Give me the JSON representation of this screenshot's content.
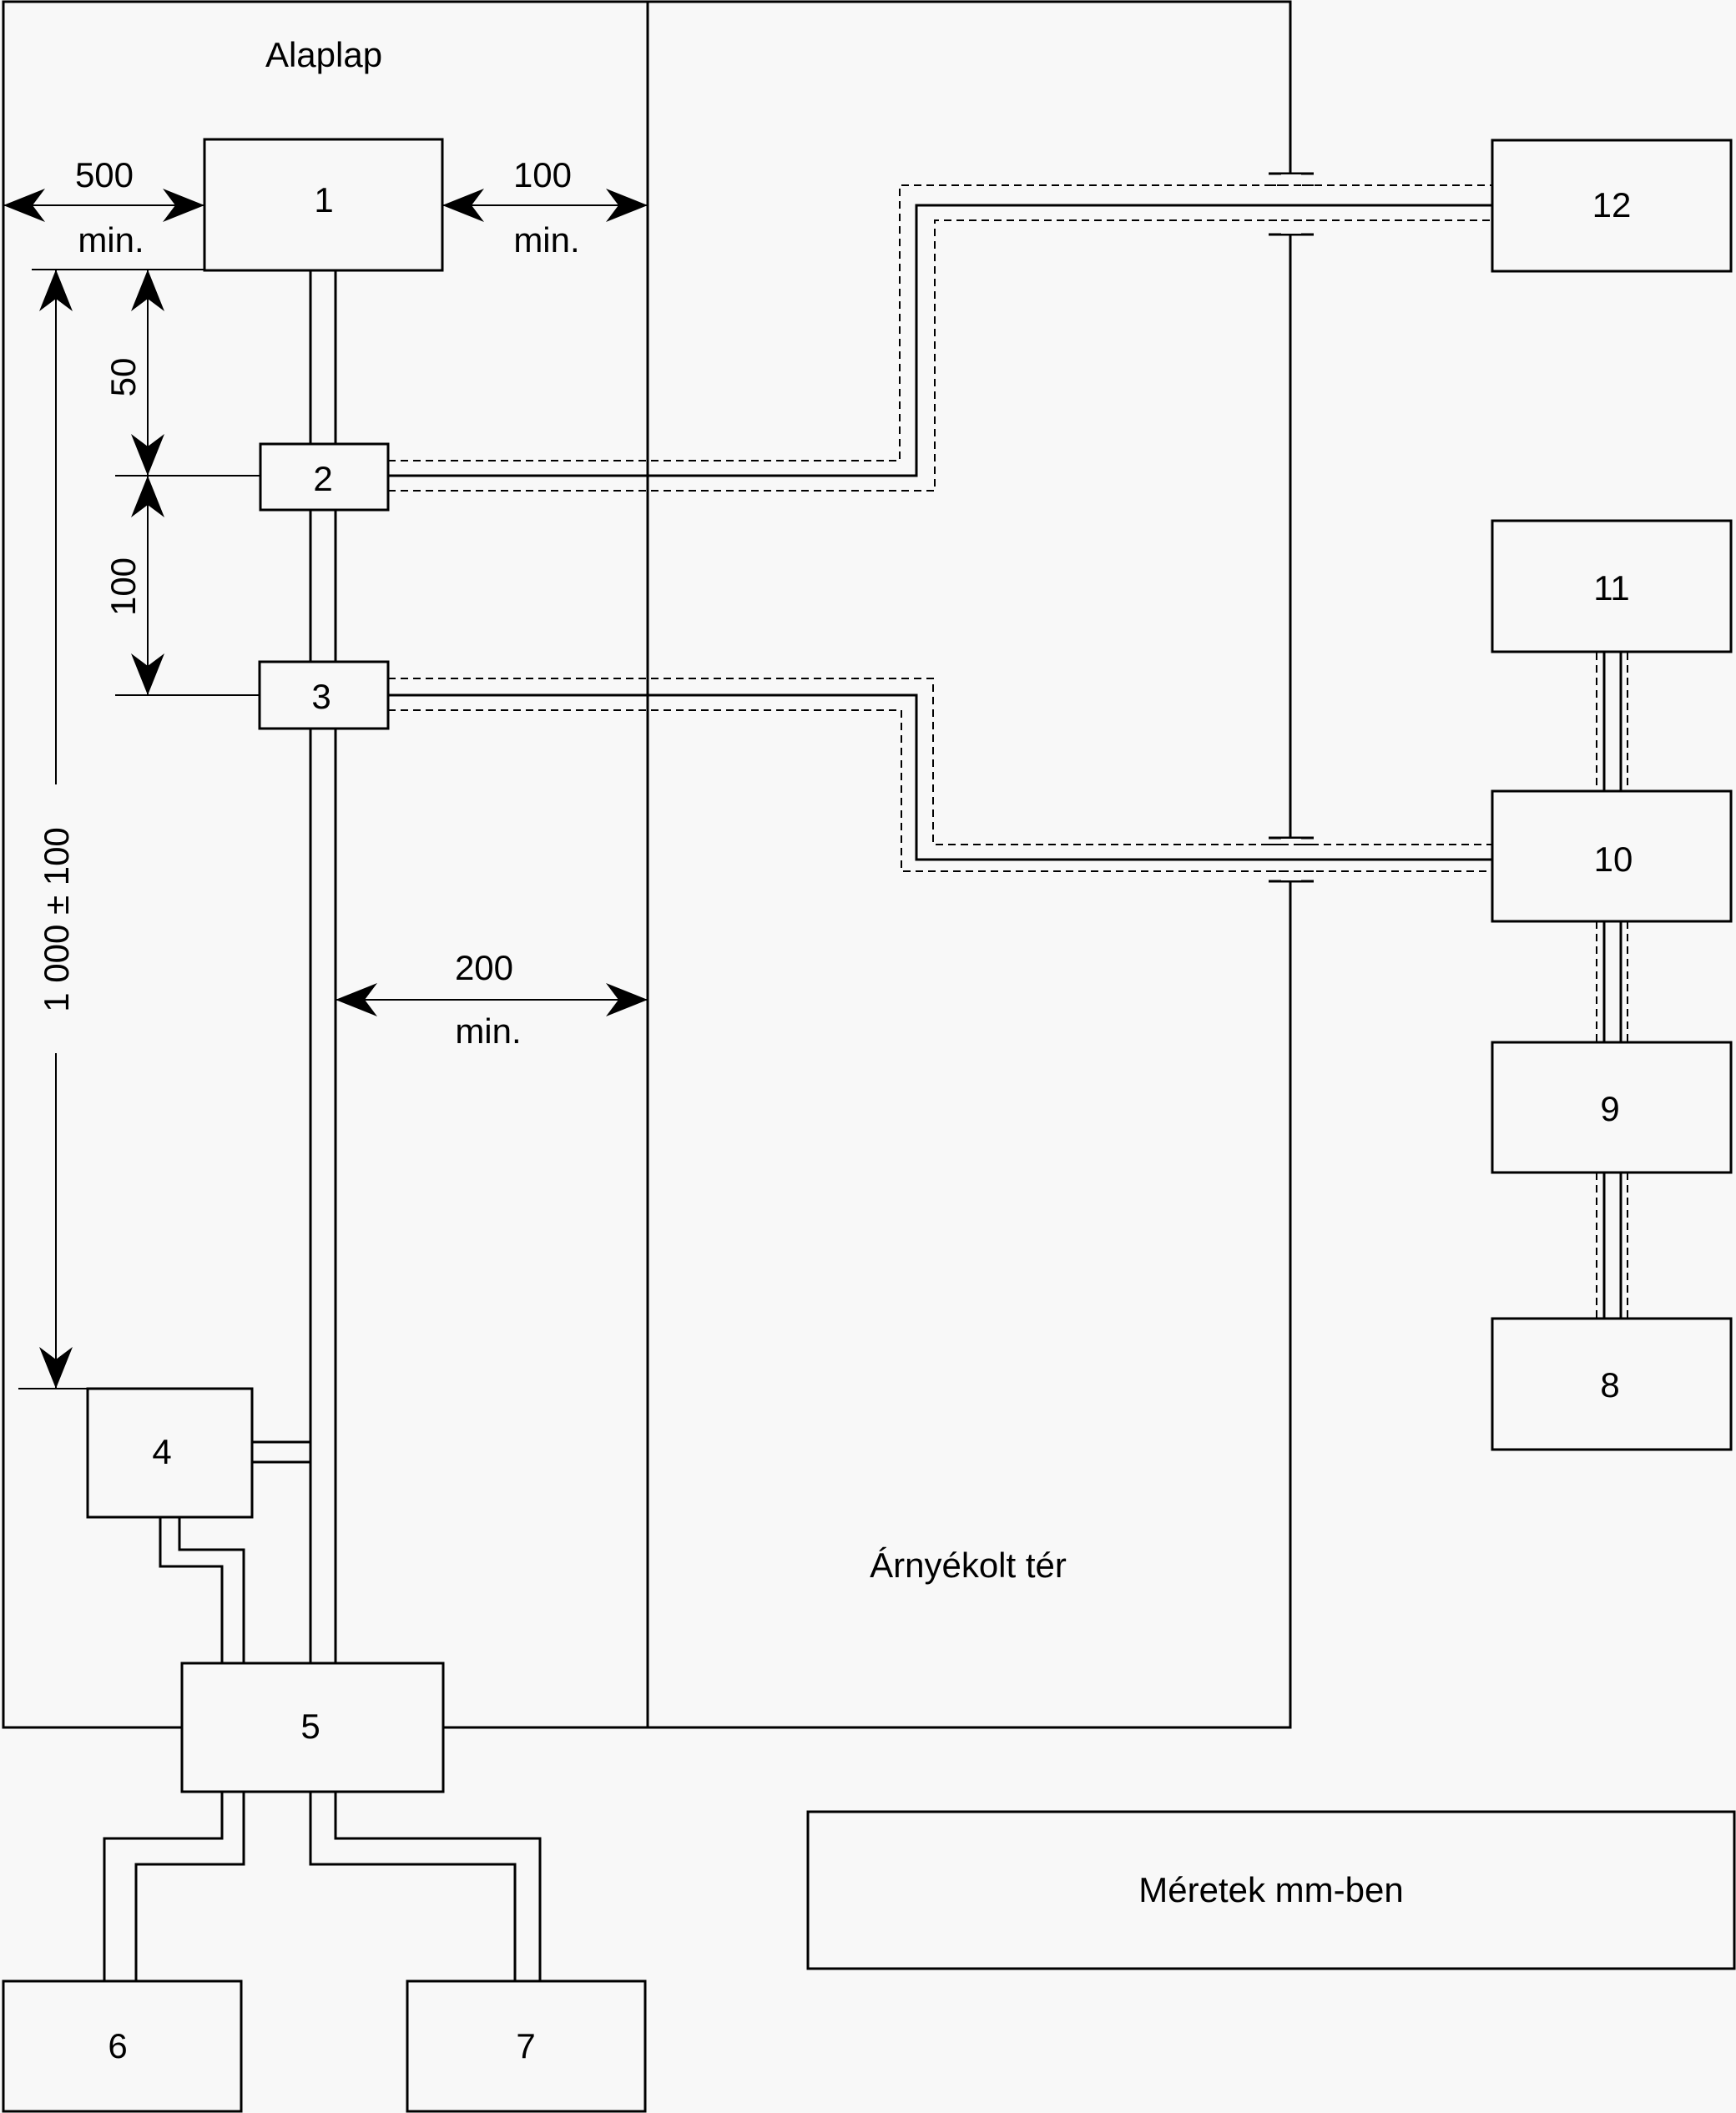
{
  "labels": {
    "baseplate": "Alaplap",
    "shielded_room": "Árnyékolt tér",
    "units_note": "Méretek mm-ben"
  },
  "boxes": {
    "b1": "1",
    "b2": "2",
    "b3": "3",
    "b4": "4",
    "b5": "5",
    "b6": "6",
    "b7": "7",
    "b8": "8",
    "b9": "9",
    "b10": "10",
    "b11": "11",
    "b12": "12"
  },
  "dimensions": {
    "d500": "500",
    "d500_min": "min.",
    "d100_top": "100",
    "d100_top_min": "min.",
    "d50": "50",
    "d100_side": "100",
    "d1000": "1 000 ± 100",
    "d200": "200",
    "d200_min": "min."
  }
}
